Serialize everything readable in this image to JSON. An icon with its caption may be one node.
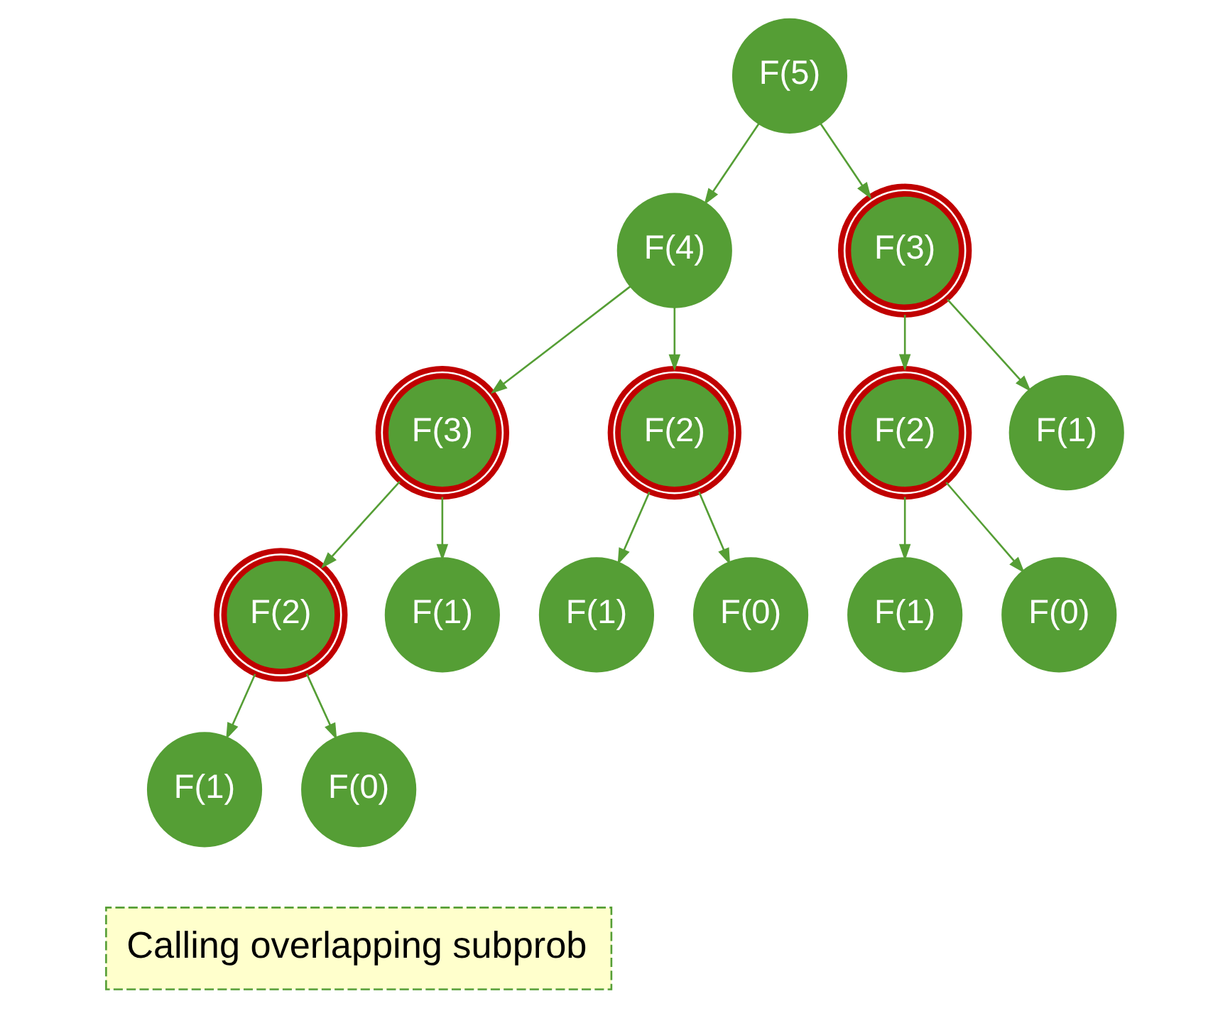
{
  "diagram": {
    "nodes": [
      {
        "text": [
          "F(5)"
        ]
      },
      {
        "text": [
          "F(4)"
        ]
      },
      {
        "text": [
          "F(3)"
        ]
      },
      {
        "text": [
          "F(3)"
        ]
      },
      {
        "text": [
          "F(2)"
        ]
      },
      {
        "text": [
          "F(2)"
        ]
      },
      {
        "text": [
          "F(1)"
        ]
      },
      {
        "text": [
          "F(2)"
        ]
      },
      {
        "text": [
          "F(1)"
        ]
      },
      {
        "text": [
          "F(1)"
        ]
      },
      {
        "text": [
          "F(0)"
        ]
      },
      {
        "text": [
          "F(1)"
        ]
      },
      {
        "text": [
          "F(0)"
        ]
      },
      {
        "text": [
          "F(1)"
        ]
      },
      {
        "text": [
          "F(0)"
        ]
      }
    ],
    "edges": [
      {
        "from": 0,
        "to": 1,
        "arrow": "to"
      },
      {
        "from": 0,
        "to": 2,
        "arrow": "to"
      },
      {
        "from": 1,
        "to": 3,
        "arrow": "to"
      },
      {
        "from": 1,
        "to": 4,
        "arrow": "to"
      },
      {
        "from": 2,
        "to": 5,
        "arrow": "to"
      },
      {
        "from": 2,
        "to": 6,
        "arrow": "to"
      },
      {
        "from": 3,
        "to": 7,
        "arrow": "to"
      },
      {
        "from": 3,
        "to": 8,
        "arrow": "to"
      },
      {
        "from": 4,
        "to": 9,
        "arrow": "to"
      },
      {
        "from": 4,
        "to": 10,
        "arrow": "to"
      },
      {
        "from": 5,
        "to": 11,
        "arrow": "to"
      },
      {
        "from": 5,
        "to": 12,
        "arrow": "to"
      },
      {
        "from": 7,
        "to": 13,
        "arrow": "to"
      },
      {
        "from": 7,
        "to": 14,
        "arrow": "to"
      }
    ],
    "labels": [
      "Calling overlapping subprob"
    ]
  }
}
